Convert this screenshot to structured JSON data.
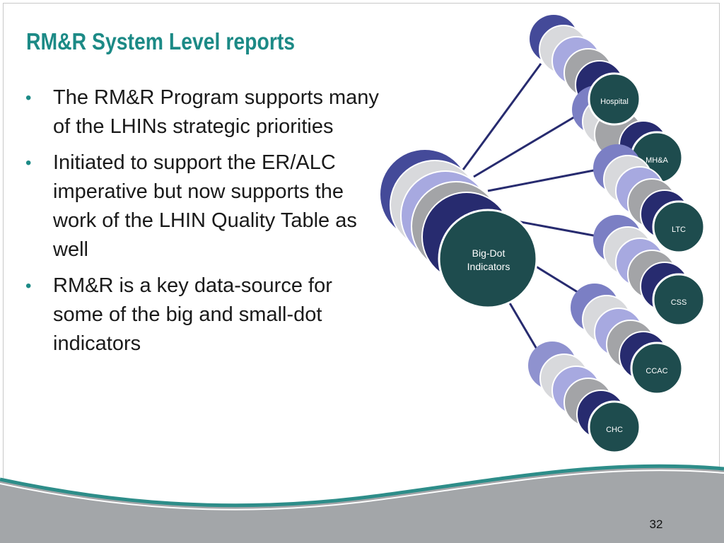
{
  "slide": {
    "title": "RM&R System Level reports",
    "bullets": [
      "The RM&R Program supports many of the LHINs strategic priorities",
      "Initiated to support the ER/ALC imperative but now supports the work of the LHIN Quality Table as well",
      "RM&R is a key data-source for some of the big and small-dot indicators"
    ],
    "page_number": "32"
  },
  "diagram": {
    "center_label_line1": "Big-Dot",
    "center_label_line2": "Indicators",
    "nodes": [
      "Hospital",
      "MH&A",
      "LTC",
      "CSS",
      "CCAC",
      "CHC"
    ]
  },
  "colors": {
    "title_teal": "#1c8a86",
    "node_dark": "#1e4c4e",
    "navy": "#272b6f",
    "bottom_gray": "#a3a6a9",
    "wave_teal": "#2d8d89"
  }
}
